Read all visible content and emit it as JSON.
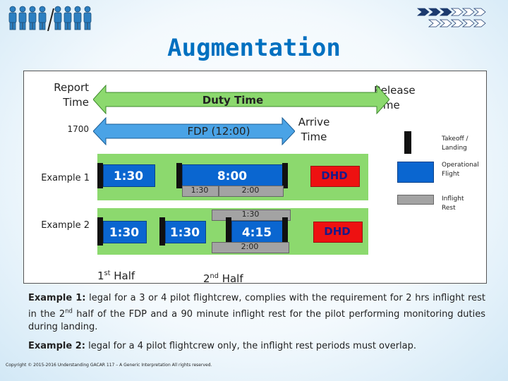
{
  "title": "Augmentation",
  "timeline": {
    "report_time": "Report\nTime",
    "release_time": "Release\nTime",
    "duty_time": "Duty Time",
    "start_time": "1700",
    "fdp": "FDP (12:00)",
    "arrive_time": "Arrive\nTime",
    "first_half": "1st Half",
    "second_half": "2nd Half"
  },
  "example1": {
    "label": "Example 1",
    "seg_a": "1:30",
    "seg_b": "8:00",
    "sub_a": "1:30",
    "sub_b": "2:00",
    "seg_c": "DHD"
  },
  "example2": {
    "label": "Example 2",
    "seg_a": "1:30",
    "seg_b": "1:30",
    "seg_c": "4:15",
    "over_label": "1:30",
    "under_label": "2:00",
    "seg_d": "DHD"
  },
  "legend": {
    "takeoff": "Takeoff /\nLanding",
    "operational": "Operational\nFlight",
    "inflight": "Inflight\nRest"
  },
  "notes": {
    "ex1_label": "Example 1:",
    "ex1_text": "legal for a 3 or 4 pilot flightcrew, complies with the requirement for 2 hrs inflight rest in the 2nd half of the FDP and a 90 minute inflight rest for the pilot performing monitoring duties during landing.",
    "ex2_label": "Example 2:",
    "ex2_text": "legal for a 4 pilot flightcrew only, the inflight rest periods must overlap."
  },
  "copyright": "Copyright © 2015-2016 Understanding GACAR 117 – A Generic Interpretation All rights reserved.",
  "colors": {
    "title": "#0070c0",
    "green": "#8cd96e",
    "blue": "#0a66d0",
    "red": "#ee1111",
    "gray": "#a3a3a3"
  }
}
